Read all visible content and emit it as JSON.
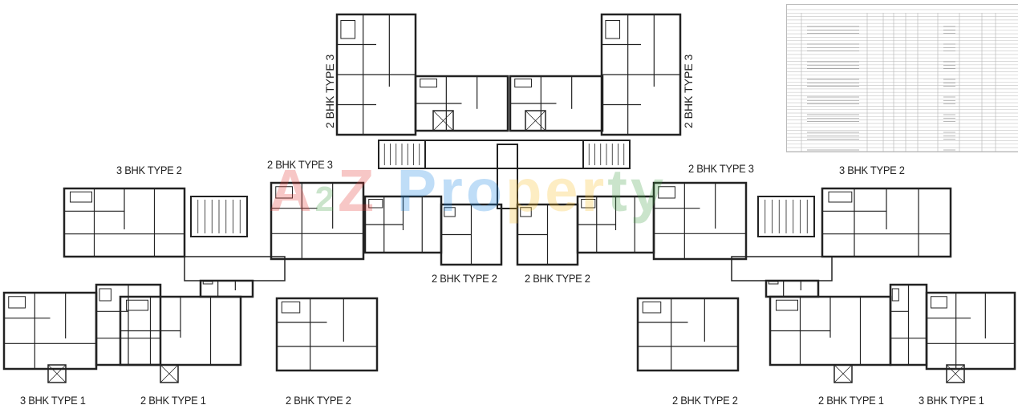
{
  "plan": {
    "labels_top": [
      {
        "text": "2 BHK TYPE 3"
      },
      {
        "text": "2 BHK TYPE 3"
      }
    ],
    "labels_middle": [
      {
        "text": "3 BHK TYPE 2"
      },
      {
        "text": "2 BHK TYPE 3"
      },
      {
        "text": "2 BHK TYPE 3"
      },
      {
        "text": "3 BHK TYPE 2"
      },
      {
        "text": "2 BHK TYPE 2"
      },
      {
        "text": "2 BHK TYPE 2"
      }
    ],
    "labels_bottom": [
      {
        "text": "3 BHK TYPE 1"
      },
      {
        "text": "2 BHK TYPE 1"
      },
      {
        "text": "2 BHK TYPE 2"
      },
      {
        "text": "2 BHK TYPE 2"
      },
      {
        "text": "2 BHK TYPE 1"
      },
      {
        "text": "3 BHK TYPE 1"
      }
    ]
  },
  "watermark": {
    "parts": [
      "A",
      "2",
      "Z",
      " Pro",
      "per",
      "ty"
    ]
  },
  "colors": {
    "wall": "#222222",
    "watermark_red": "#e53935",
    "watermark_blue": "#1e88e5",
    "watermark_green": "#43a047",
    "watermark_yellow": "#fbc02d"
  }
}
